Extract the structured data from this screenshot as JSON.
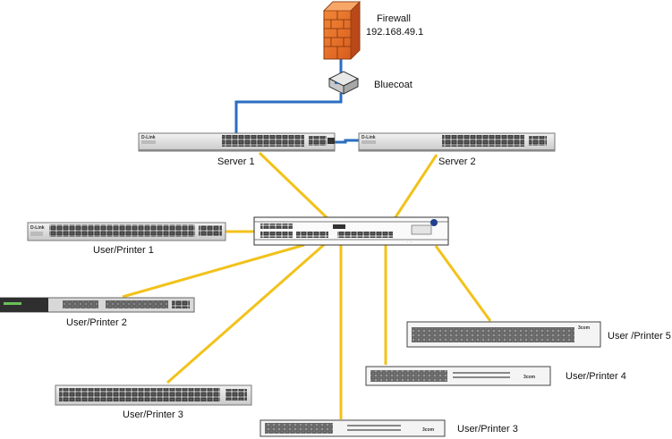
{
  "nodes": {
    "firewall": {
      "name": "Firewall",
      "ip": "192.168.49.1",
      "icon": "firewall-brick-icon",
      "color": "#e8752a"
    },
    "bluecoat": {
      "name": "Bluecoat",
      "icon": "proxy-appliance-icon"
    },
    "server1": {
      "name": "Server 1",
      "brand": "D-Link"
    },
    "server2": {
      "name": "Server 2",
      "brand": "D-Link"
    },
    "core": {
      "name": "",
      "icon": "core-chassis-switch-icon"
    },
    "up1": {
      "name": "User/Printer 1",
      "brand": "D-Link"
    },
    "up2": {
      "name": "User/Printer 2"
    },
    "up3a": {
      "name": "User/Printer 3"
    },
    "up3b": {
      "name": "User/Printer 3",
      "brand": "3com"
    },
    "up4": {
      "name": "User/Printer 4",
      "brand": "3com"
    },
    "up5": {
      "name": "User /Printer 5",
      "brand": "3com"
    }
  },
  "links": {
    "uplink_color": "#2a6ebf",
    "lan_color": "#f2c21b"
  }
}
